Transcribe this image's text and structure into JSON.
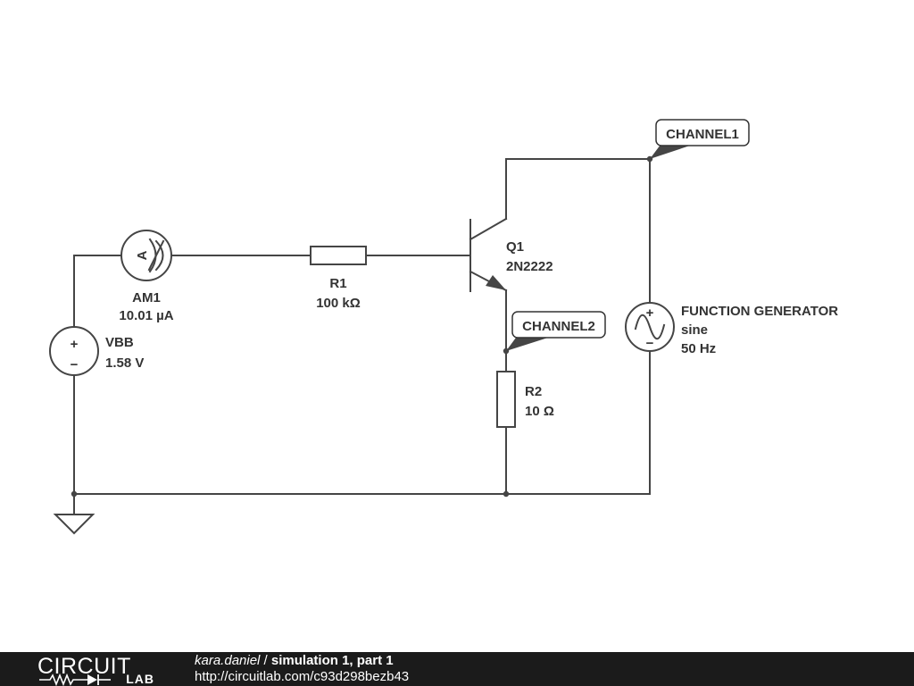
{
  "components": {
    "ammeter": {
      "name": "AM1",
      "value": "10.01 µA",
      "symbol": "A"
    },
    "vbb": {
      "name": "VBB",
      "value": "1.58 V",
      "plus": "+",
      "minus": "−"
    },
    "r1": {
      "name": "R1",
      "value": "100 kΩ"
    },
    "q1": {
      "name": "Q1",
      "part": "2N2222"
    },
    "r2": {
      "name": "R2",
      "value": "10 Ω"
    },
    "function_generator": {
      "name": "FUNCTION GENERATOR",
      "waveform": "sine",
      "frequency": "50 Hz",
      "plus": "+",
      "minus": "−"
    }
  },
  "probes": {
    "channel1": "CHANNEL1",
    "channel2": "CHANNEL2"
  },
  "footer": {
    "logo_top": "CIRCUIT",
    "logo_bottom": "LAB",
    "user": "kara.daniel",
    "separator": " / ",
    "title": "simulation 1, part 1",
    "url": "http://circuitlab.com/c93d298bezb43"
  },
  "colors": {
    "wire": "#454545",
    "footer_bg": "#1b1b1b",
    "text": "#333333"
  }
}
